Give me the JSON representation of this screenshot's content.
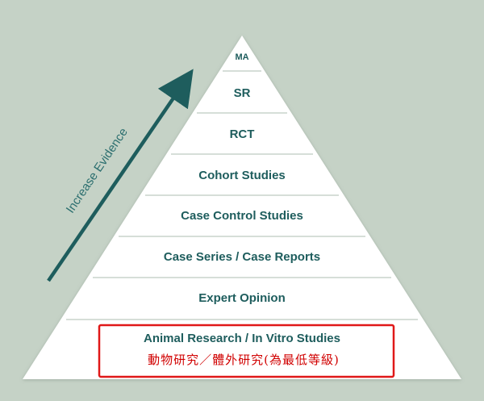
{
  "diagram": {
    "tiers": [
      {
        "label": "MA"
      },
      {
        "label": "SR"
      },
      {
        "label": "RCT"
      },
      {
        "label": "Cohort Studies"
      },
      {
        "label": "Case Control Studies"
      },
      {
        "label": "Case Series / Case Reports"
      },
      {
        "label": "Expert Opinion"
      },
      {
        "label": "Animal Research / In Vitro Studies"
      }
    ],
    "highlight_note": "動物研究／體外研究(為最低等級)",
    "arrow_label": "Increase Evidence",
    "colors": {
      "background": "#c5d2c6",
      "pyramid_fill": "#ffffff",
      "tier_divider": "#c8d3cc",
      "tier_text": "#1e5d5d",
      "arrow": "#1e5d5d",
      "highlight_border": "#e01818",
      "highlight_text": "#d10000"
    }
  }
}
